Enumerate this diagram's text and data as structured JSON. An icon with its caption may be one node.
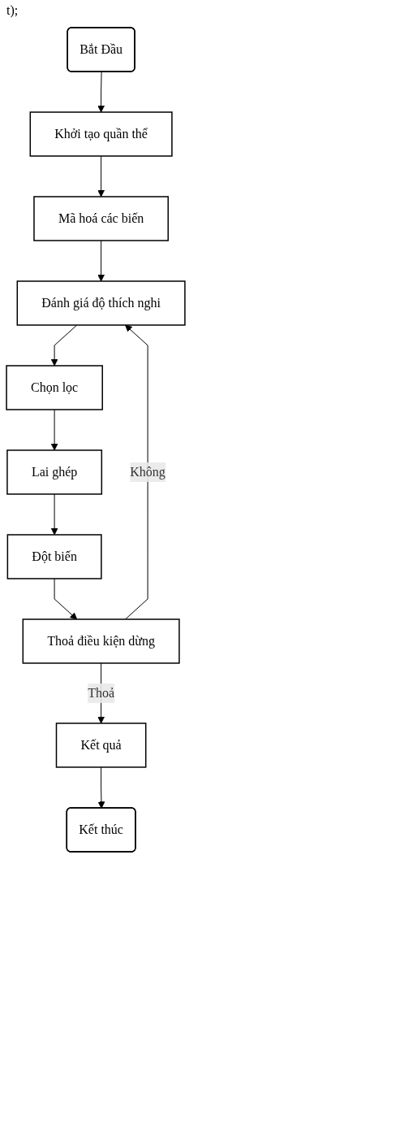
{
  "diagram": {
    "nodes": [
      {
        "text": [
          "Bắt Đầu"
        ]
      },
      {
        "text": [
          "Khởi tạo quần thể"
        ]
      },
      {
        "text": [
          "Mã hoá các biến"
        ]
      },
      {
        "text": [
          "Đánh giá độ thích nghi"
        ]
      },
      {
        "text": [
          "Chọn lọc"
        ]
      },
      {
        "text": [
          "Lai ghép"
        ]
      },
      {
        "text": [
          "Đột biến"
        ]
      },
      {
        "text": [
          "Thoả điều kiện dừng"
        ]
      },
      {
        "text": [
          "Kết quả"
        ]
      },
      {
        "text": [
          "Kết thúc"
        ]
      }
    ],
    "edges": [
      {
        "from": 0,
        "to": 1,
        "arrow": "to"
      },
      {
        "from": 1,
        "to": 2,
        "arrow": "to"
      },
      {
        "from": 2,
        "to": 3,
        "arrow": "to"
      },
      {
        "from": 3,
        "to": 4,
        "arrow": "to"
      },
      {
        "from": 4,
        "to": 5,
        "arrow": "to"
      },
      {
        "from": 5,
        "to": 6,
        "arrow": "to"
      },
      {
        "from": 6,
        "to": 7,
        "arrow": "to"
      },
      {
        "from": 7,
        "to": 8,
        "label": "Thoả",
        "arrow": "to"
      },
      {
        "from": 8,
        "to": 9,
        "arrow": "to"
      },
      {
        "from": 7,
        "to": 3,
        "label": "Không",
        "arrow": "to"
      }
    ],
    "labels": [
      "t);"
    ]
  }
}
